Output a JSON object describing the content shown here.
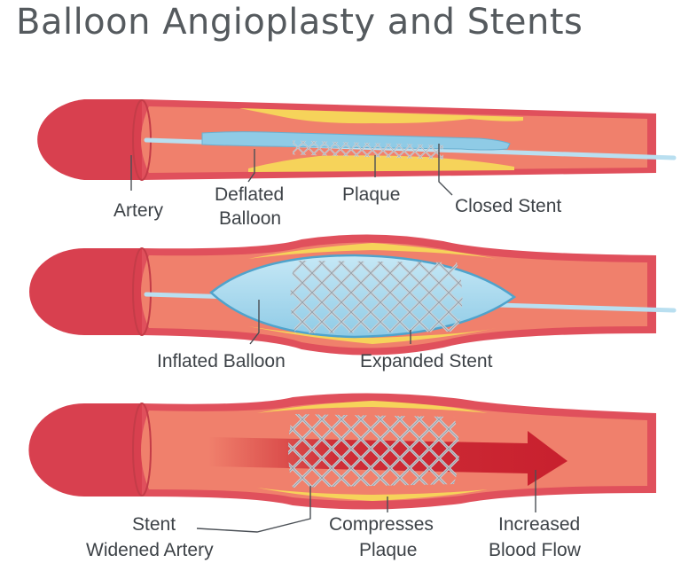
{
  "title": "Balloon Angioplasty and Stents",
  "colors": {
    "artery_outer": "#d8404f",
    "artery_inner": "#f0806c",
    "plaque": "#f6d35a",
    "balloon": "#a9d8ee",
    "stent": "#cfd6dc",
    "blood_arrow": "#c8202e",
    "label_text": "#3d4247"
  },
  "panels": [
    {
      "state": "deflated",
      "labels": {
        "artery": "Artery",
        "balloon_line1": "Deflated",
        "balloon_line2": "Balloon",
        "plaque": "Plaque",
        "stent": "Closed Stent"
      }
    },
    {
      "state": "inflated",
      "labels": {
        "balloon": "Inflated Balloon",
        "stent": "Expanded Stent"
      }
    },
    {
      "state": "stented",
      "labels": {
        "stent_line1": "Stent",
        "stent_line2": "Widened Artery",
        "compress_line1": "Compresses",
        "compress_line2": "Plaque",
        "flow_line1": "Increased",
        "flow_line2": "Blood Flow"
      }
    }
  ]
}
